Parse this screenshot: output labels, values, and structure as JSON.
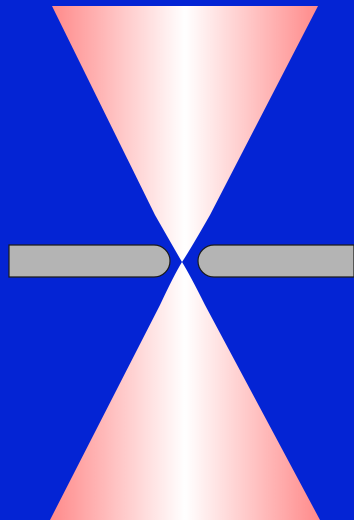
{
  "colors": {
    "background": "#0424d4",
    "beam_edge": "#ff8a8a",
    "beam_center": "#ffffff",
    "electrode_fill": "#b4b4b4",
    "electrode_stroke": "#1a1a1a"
  },
  "components": [
    "upper-beam-cone",
    "lower-beam-cone",
    "left-electrode",
    "right-electrode"
  ]
}
